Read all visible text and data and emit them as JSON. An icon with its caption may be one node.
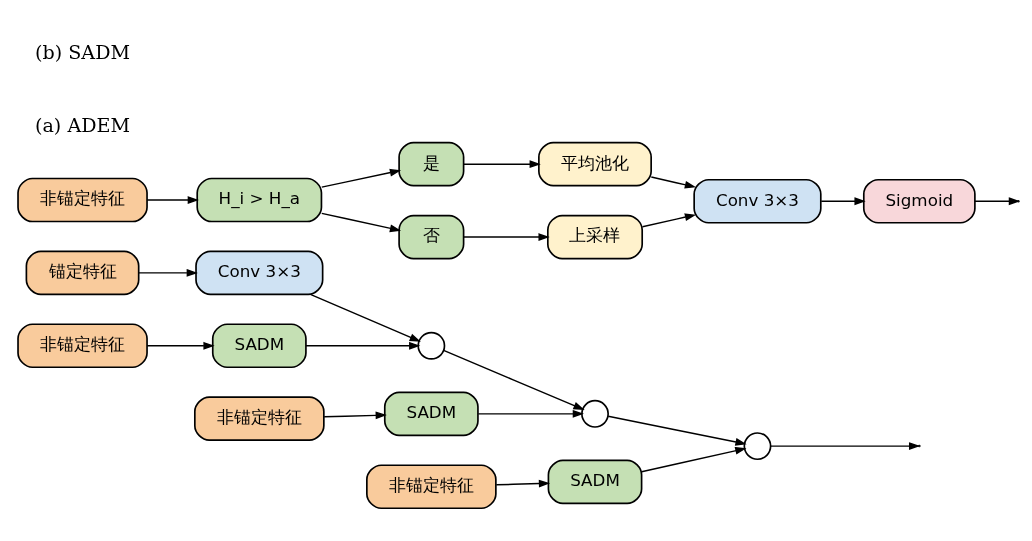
{
  "diagram": {
    "nodes": [
      {
        "text": [
          "锚定特征"
        ]
      },
      {
        "text": [
          "Conv 3×3"
        ]
      },
      {
        "text": [
          "非锚定特征"
        ]
      },
      {
        "text": [
          "SADM"
        ]
      },
      {
        "text": [
          "非锚定特征"
        ]
      },
      {
        "text": [
          "SADM"
        ]
      },
      {
        "text": [
          "非锚定特征"
        ]
      },
      {
        "text": [
          "SADM"
        ]
      },
      {
        "text": [],
        "shape": "circle"
      },
      {
        "text": [],
        "shape": "circle"
      },
      {
        "text": [],
        "shape": "circle"
      },
      {
        "text": [
          "非锚定特征"
        ]
      },
      {
        "text": [
          "H_i > H_a"
        ]
      },
      {
        "text": [
          "是"
        ]
      },
      {
        "text": [
          "否"
        ]
      },
      {
        "text": [
          "平均池化"
        ]
      },
      {
        "text": [
          "上采样"
        ]
      },
      {
        "text": [
          "Conv 3×3"
        ]
      },
      {
        "text": [
          "Sigmoid"
        ]
      }
    ],
    "edges": [
      {
        "from": 0,
        "to": 1,
        "arrow": "to"
      },
      {
        "from": 2,
        "to": 3,
        "arrow": "to"
      },
      {
        "from": 4,
        "to": 5,
        "arrow": "to"
      },
      {
        "from": 6,
        "to": 7,
        "arrow": "to"
      },
      {
        "from": 1,
        "to": 8,
        "arrow": "to"
      },
      {
        "from": 3,
        "to": 8,
        "arrow": "to"
      },
      {
        "from": 8,
        "to": 9,
        "arrow": "to"
      },
      {
        "from": 5,
        "to": 9,
        "arrow": "to"
      },
      {
        "from": 9,
        "to": 10,
        "arrow": "to"
      },
      {
        "from": 7,
        "to": 10,
        "arrow": "to"
      },
      {
        "from": 10,
        "to": null,
        "arrow": "to"
      },
      {
        "from": 11,
        "to": 12,
        "arrow": "to"
      },
      {
        "from": 12,
        "to": 13,
        "arrow": "to"
      },
      {
        "from": 12,
        "to": 14,
        "arrow": "to"
      },
      {
        "from": 13,
        "to": 15,
        "arrow": "to"
      },
      {
        "from": 14,
        "to": 16,
        "arrow": "to"
      },
      {
        "from": 15,
        "to": 17,
        "arrow": "to"
      },
      {
        "from": 16,
        "to": 17,
        "arrow": "to"
      },
      {
        "from": 17,
        "to": 18,
        "arrow": "to"
      },
      {
        "from": 18,
        "to": null,
        "arrow": "to"
      }
    ],
    "labels": [
      "(a) ADEM",
      "(b) SADM"
    ]
  }
}
